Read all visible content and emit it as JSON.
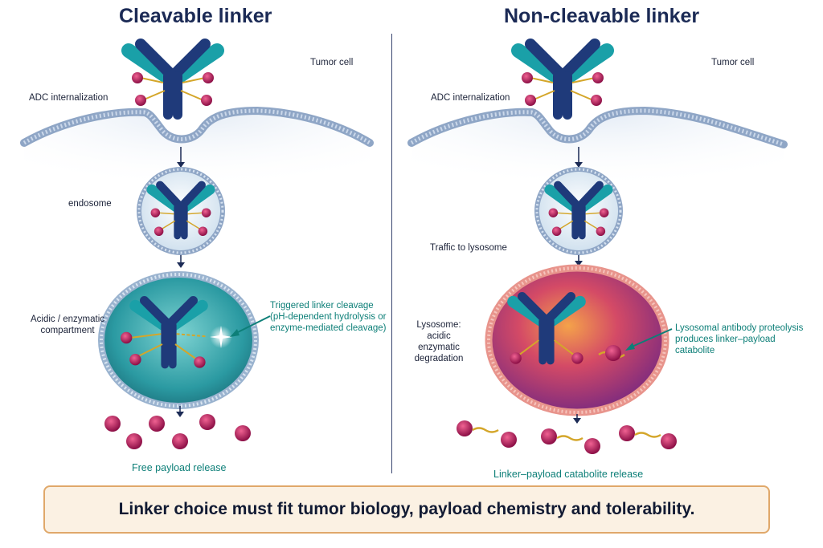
{
  "left": {
    "title": "Cleavable linker",
    "tumor_cell": "Tumor cell",
    "internalization": "ADC internalization",
    "endosome": "endosome",
    "compartment": [
      "Acidic / enzymatic",
      "compartment"
    ],
    "cleavage_note": [
      "Triggered linker cleavage",
      "(pH-dependent hydrolysis or",
      "enzyme-mediated cleavage)"
    ],
    "release": "Free payload release"
  },
  "right": {
    "title": "Non-cleavable linker",
    "tumor_cell": "Tumor cell",
    "internalization": "ADC internalization",
    "traffic": "Traffic to lysosome",
    "lysosome": [
      "Lysosome: acidic",
      "enzymatic",
      "degradation"
    ],
    "proteolysis_note": [
      "Lysosomal antibody proteolysis",
      "produces linker–payload",
      "catabolite"
    ],
    "release": "Linker–payload catabolite release"
  },
  "banner": "Linker choice must fit tumor biology, payload chemistry and tolerability.",
  "colors": {
    "antibody_dark": "#1f3a7a",
    "antibody_teal": "#1aa0a8",
    "payload": "#c2185b",
    "linker": "#d4a62a",
    "membrane": "#8fa6c6",
    "endosome_fill": "#e7f1f8",
    "compartment_fill": "#1f8d95",
    "lysosome_fill": "#d4456a",
    "note_teal": "#0d7f78",
    "banner_border": "#e0a86a",
    "banner_fill": "#fbf1e3"
  }
}
